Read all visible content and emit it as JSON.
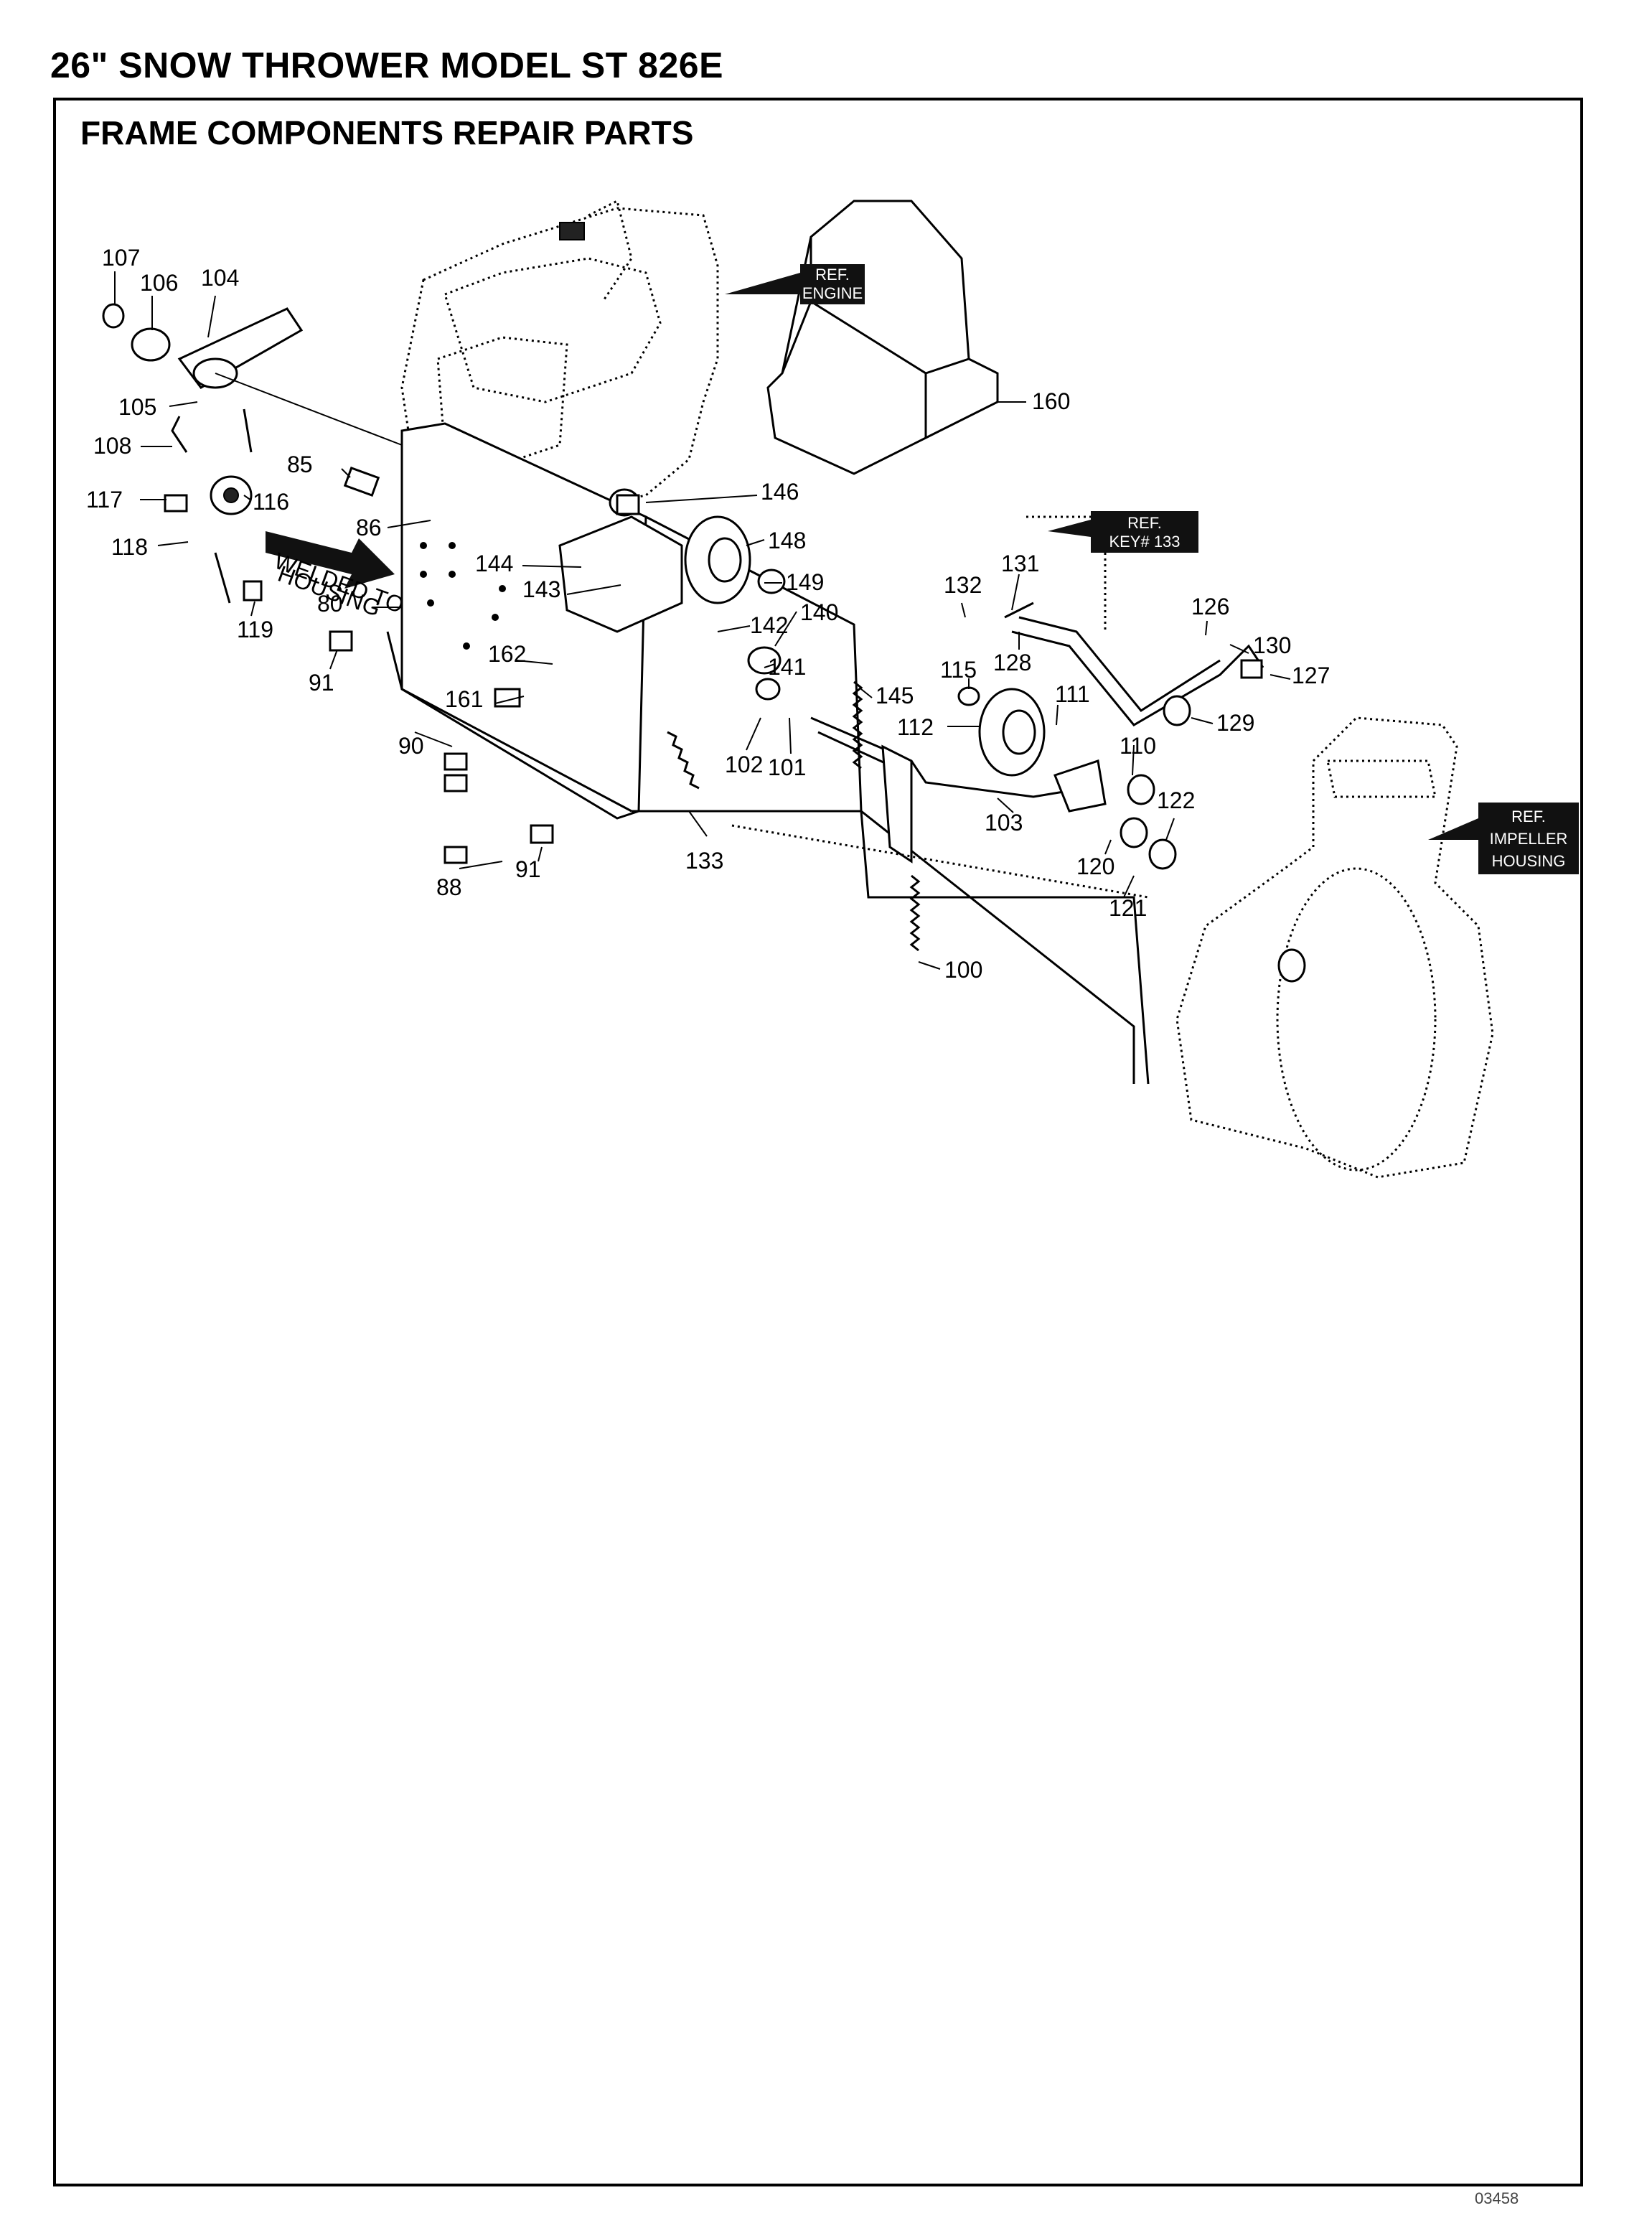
{
  "header": {
    "title": "26\" SNOW THROWER MODEL ST 826E",
    "section": "FRAME COMPONENTS REPAIR PARTS"
  },
  "refs": {
    "engine": [
      "REF.",
      "ENGINE"
    ],
    "key133": [
      "REF.",
      "KEY# 133"
    ],
    "impeller": [
      "REF.",
      "IMPELLER",
      "HOUSING"
    ],
    "welded_note": [
      "WELDED TO",
      "HOUSING"
    ]
  },
  "labels": {
    "p107": "107",
    "p106": "106",
    "p104": "104",
    "p105": "105",
    "p108": "108",
    "p85": "85",
    "p117": "117",
    "p116": "116",
    "p118": "118",
    "p86": "86",
    "p80": "80",
    "p119": "119",
    "p91a": "91",
    "p91b": "91",
    "p90": "90",
    "p161": "161",
    "p162": "162",
    "p88": "88",
    "p133": "133",
    "p144": "144",
    "p143": "143",
    "p146": "146",
    "p148": "148",
    "p149": "149",
    "p142": "142",
    "p140": "140",
    "p141": "141",
    "p145": "145",
    "p102": "102",
    "p101": "101",
    "p103": "103",
    "p100": "100",
    "p160": "160",
    "p132": "132",
    "p131": "131",
    "p128": "128",
    "p126": "126",
    "p130": "130",
    "p127": "127",
    "p129": "129",
    "p115": "115",
    "p112": "112",
    "p111": "111",
    "p110": "110",
    "p120": "120",
    "p121": "121",
    "p122": "122"
  },
  "footer": {
    "code": "03458"
  }
}
